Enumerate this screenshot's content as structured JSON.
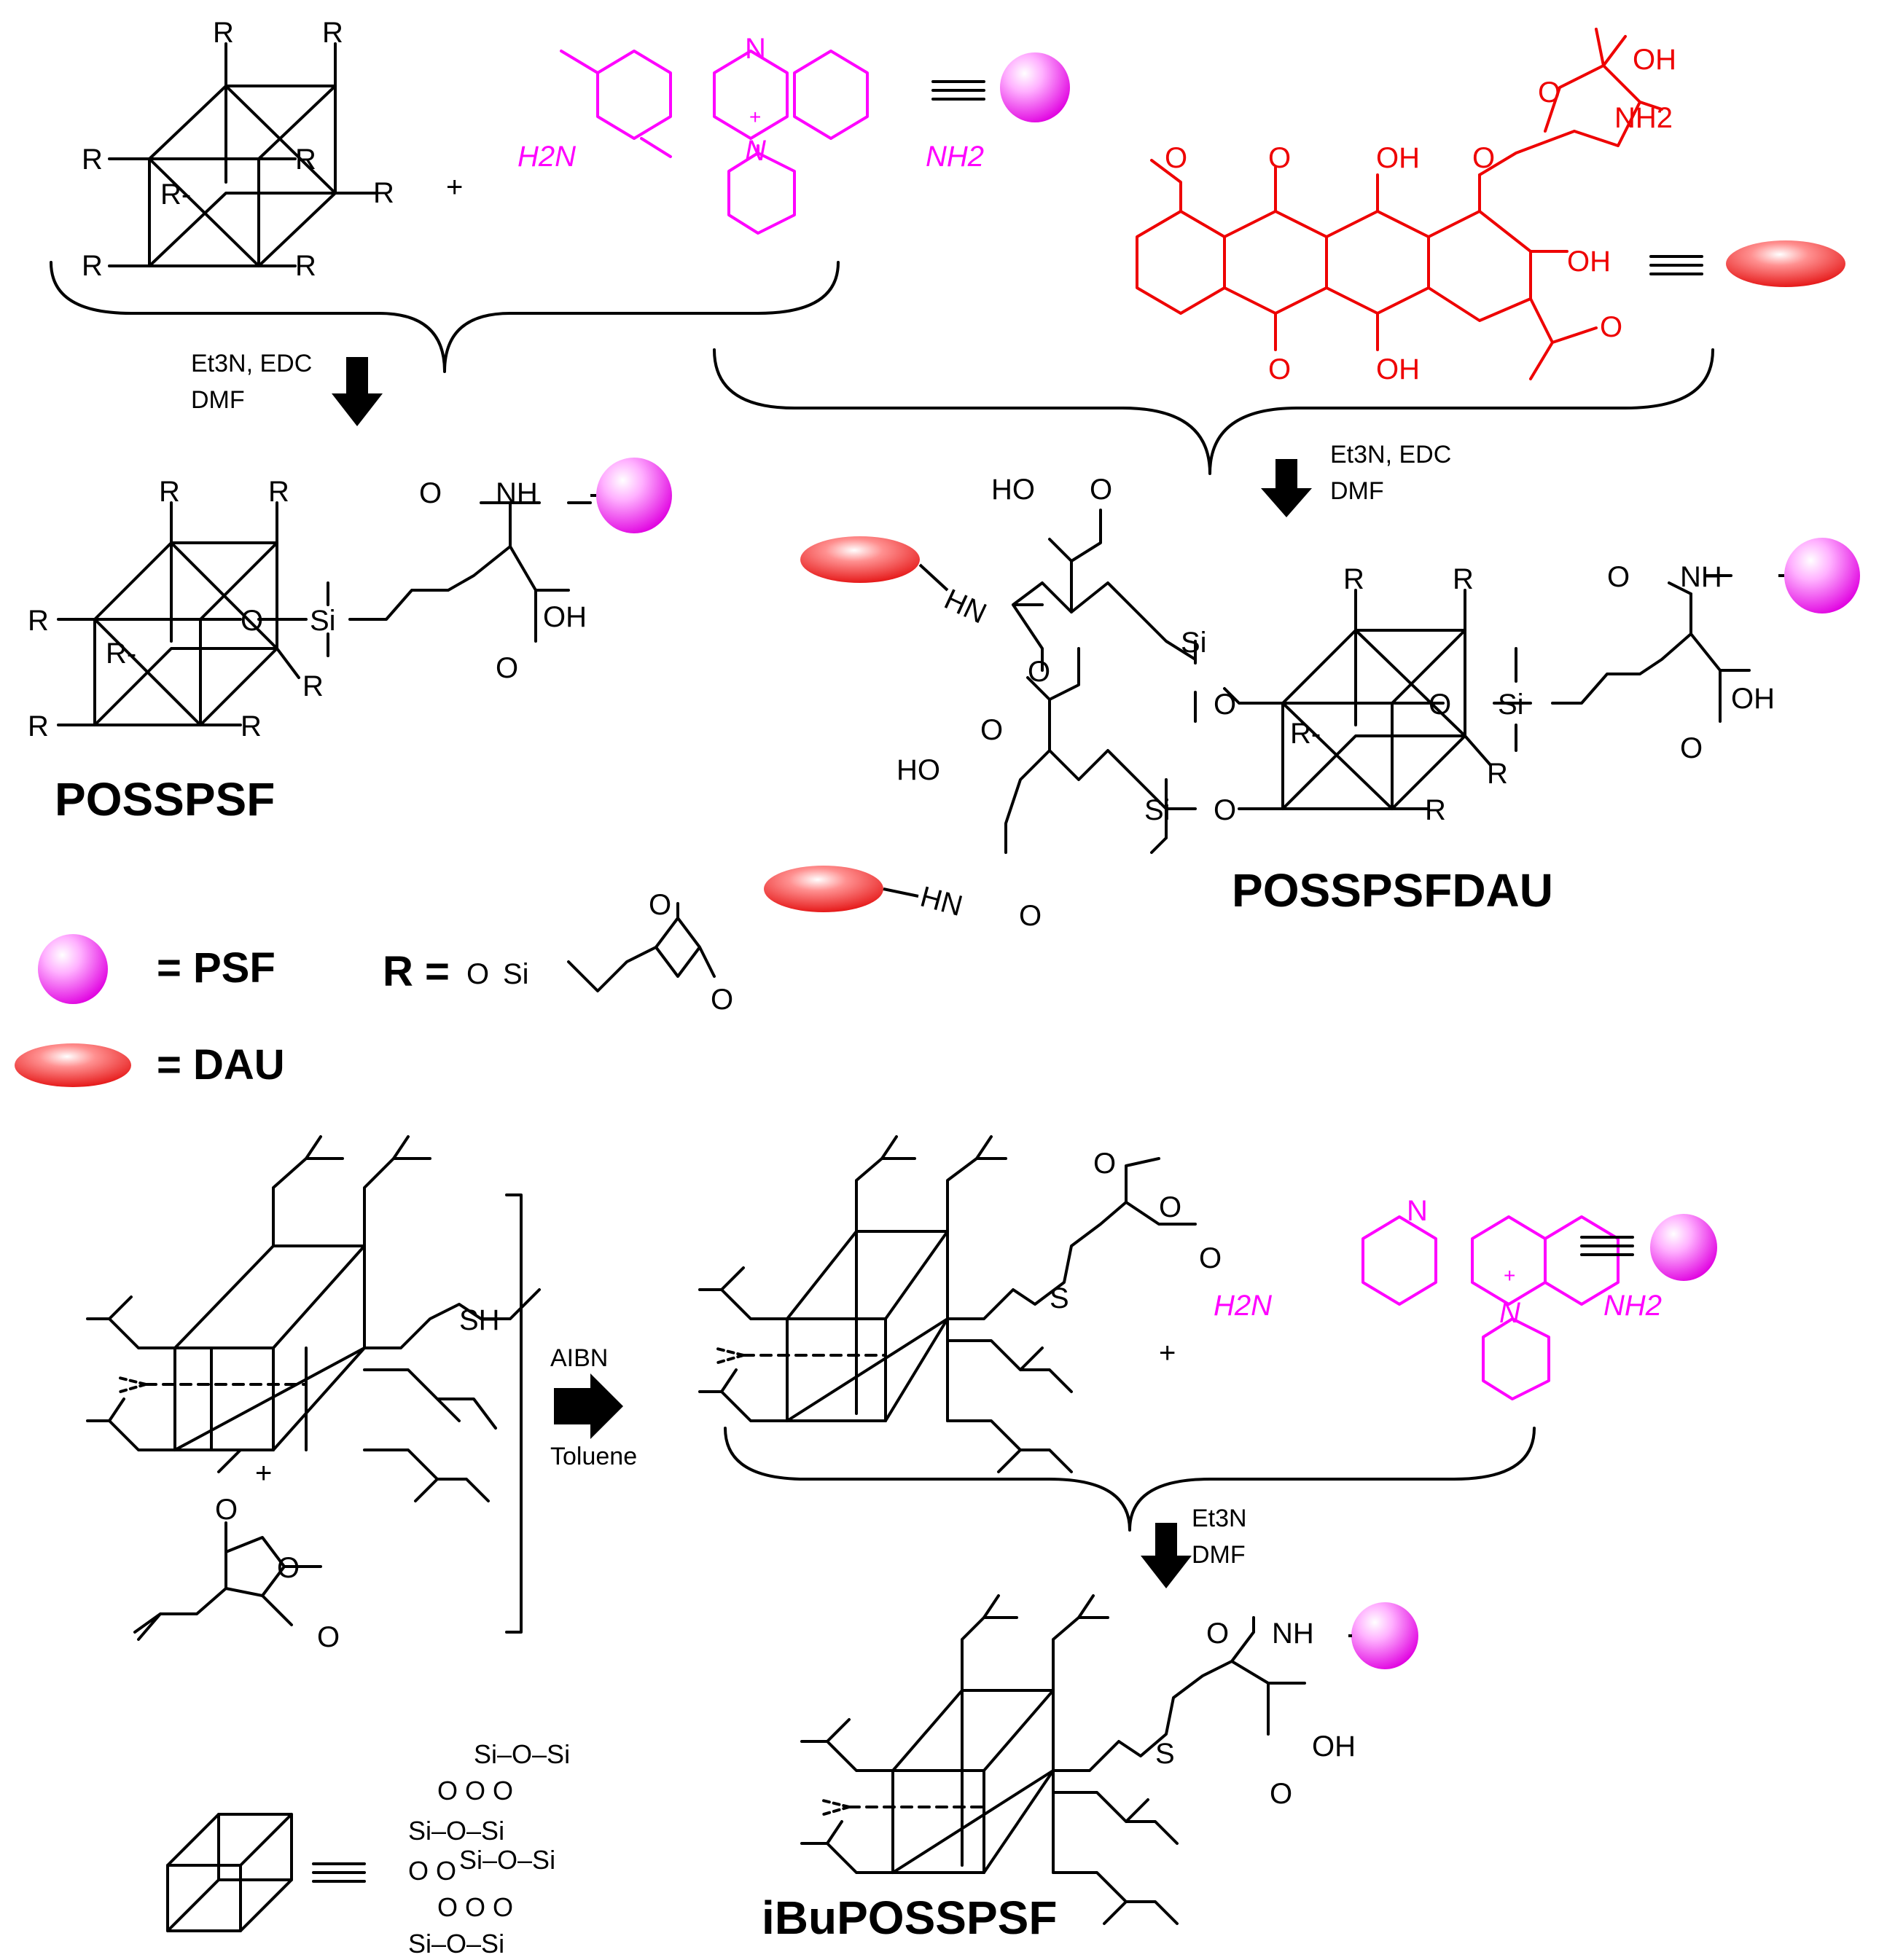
{
  "legend": {
    "psf_label": "=  PSF",
    "dau_label": "=  DAU",
    "r_label": "R =",
    "r_group": [
      "O",
      "Si",
      "O",
      "O"
    ]
  },
  "products": {
    "posspsf": "POSSPSF",
    "posspsfdau": "POSSPSFDAU",
    "ibuposspsf": "iBuPOSSPSF"
  },
  "conditions": {
    "step1": [
      "Et3N, EDC",
      "DMF"
    ],
    "step2": [
      "Et3N, EDC",
      "DMF"
    ],
    "step3": [
      "AIBN",
      "Toluene"
    ],
    "step4": [
      "Et3N",
      "DMF"
    ]
  },
  "atoms": {
    "r": "R",
    "r_dash": "R-",
    "si": "Si",
    "o": "O",
    "oh": "OH",
    "ho": "HO",
    "nh": "NH",
    "hn": "HN",
    "n": "N",
    "sh": "SH",
    "s": "S",
    "plus": "+",
    "nh2_phenazine_left": "H2N",
    "nh2_phenazine_right": "NH2",
    "nh2_sugar": "NH2"
  },
  "colors": {
    "psf": "#ff00ff",
    "dau": "#ee0000",
    "ink": "#000000"
  },
  "silicate_cage": {
    "rows": [
      "Si–O–Si",
      "O  O  O",
      "Si–O–Si",
      "O   O",
      "Si–O–Si",
      "O  O  O",
      "Si–O–Si"
    ]
  }
}
